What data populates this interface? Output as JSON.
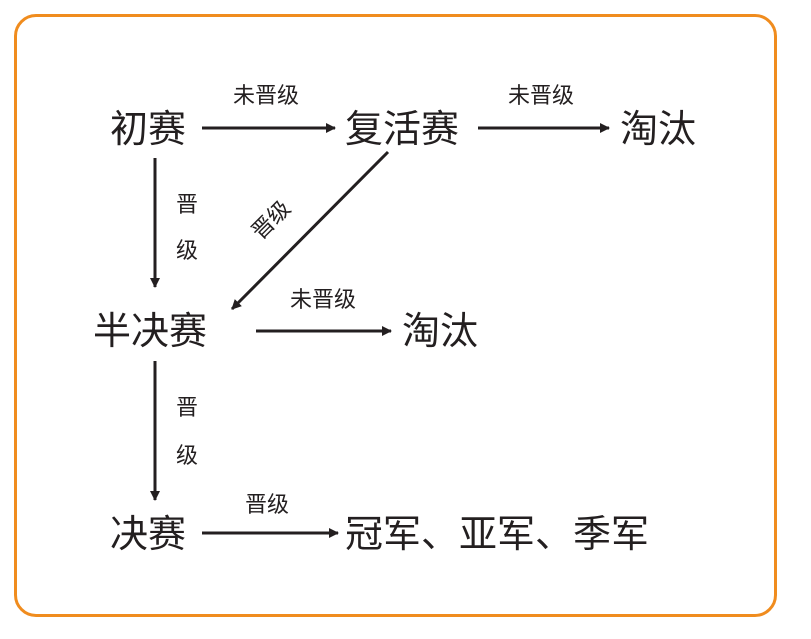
{
  "colors": {
    "border": "#f08c1e",
    "ink": "#231f20",
    "background": "#ffffff"
  },
  "nodes": {
    "prelim": "初赛",
    "repechage": "复活赛",
    "out_top": "淘汰",
    "semifinal": "半决赛",
    "out_mid": "淘汰",
    "final": "决赛",
    "medals": "冠军、亚军、季军"
  },
  "labels": {
    "prelim_to_repechage": "未晋级",
    "repechage_to_out": "未晋级",
    "prelim_to_semi_1": "晋",
    "prelim_to_semi_2": "级",
    "repechage_to_semi": "晋级",
    "semi_to_out": "未晋级",
    "semi_to_final_1": "晋",
    "semi_to_final_2": "级",
    "final_to_medals": "晋级"
  }
}
